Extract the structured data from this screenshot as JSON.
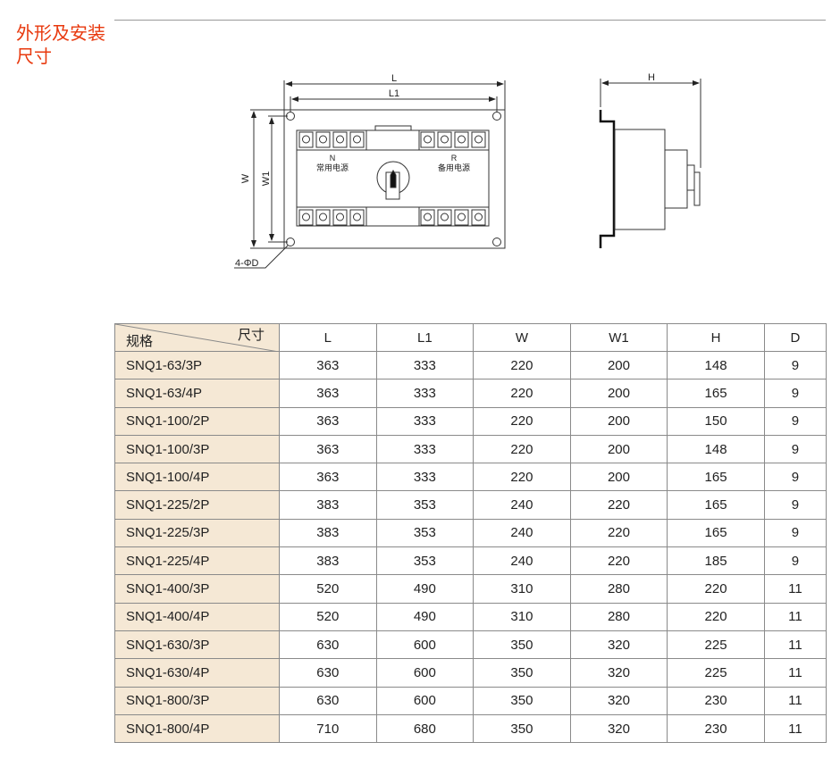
{
  "section_title": [
    "外形及安装",
    "尺寸"
  ],
  "drawing": {
    "front_labels": {
      "L": "L",
      "L1": "L1",
      "W": "W",
      "W1": "W1",
      "hole": "4-ΦD",
      "n": "N",
      "n_text": "常用电源",
      "r": "R",
      "r_text": "备用电源"
    },
    "side_labels": {
      "H": "H"
    }
  },
  "table": {
    "corner_top": "尺寸",
    "corner_bottom": "规格",
    "columns": [
      "L",
      "L1",
      "W",
      "W1",
      "H",
      "D"
    ],
    "rows": [
      {
        "model": "SNQ1-63/3P",
        "values": [
          "363",
          "333",
          "220",
          "200",
          "148",
          "9"
        ]
      },
      {
        "model": "SNQ1-63/4P",
        "values": [
          "363",
          "333",
          "220",
          "200",
          "165",
          "9"
        ]
      },
      {
        "model": "SNQ1-100/2P",
        "values": [
          "363",
          "333",
          "220",
          "200",
          "150",
          "9"
        ]
      },
      {
        "model": "SNQ1-100/3P",
        "values": [
          "363",
          "333",
          "220",
          "200",
          "148",
          "9"
        ]
      },
      {
        "model": "SNQ1-100/4P",
        "values": [
          "363",
          "333",
          "220",
          "200",
          "165",
          "9"
        ]
      },
      {
        "model": "SNQ1-225/2P",
        "values": [
          "383",
          "353",
          "240",
          "220",
          "165",
          "9"
        ]
      },
      {
        "model": "SNQ1-225/3P",
        "values": [
          "383",
          "353",
          "240",
          "220",
          "165",
          "9"
        ]
      },
      {
        "model": "SNQ1-225/4P",
        "values": [
          "383",
          "353",
          "240",
          "220",
          "185",
          "9"
        ]
      },
      {
        "model": "SNQ1-400/3P",
        "values": [
          "520",
          "490",
          "310",
          "280",
          "220",
          "11"
        ]
      },
      {
        "model": "SNQ1-400/4P",
        "values": [
          "520",
          "490",
          "310",
          "280",
          "220",
          "11"
        ]
      },
      {
        "model": "SNQ1-630/3P",
        "values": [
          "630",
          "600",
          "350",
          "320",
          "225",
          "11"
        ]
      },
      {
        "model": "SNQ1-630/4P",
        "values": [
          "630",
          "600",
          "350",
          "320",
          "225",
          "11"
        ]
      },
      {
        "model": "SNQ1-800/3P",
        "values": [
          "630",
          "600",
          "350",
          "320",
          "230",
          "11"
        ]
      },
      {
        "model": "SNQ1-800/4P",
        "values": [
          "710",
          "680",
          "350",
          "320",
          "230",
          "11"
        ]
      }
    ]
  }
}
